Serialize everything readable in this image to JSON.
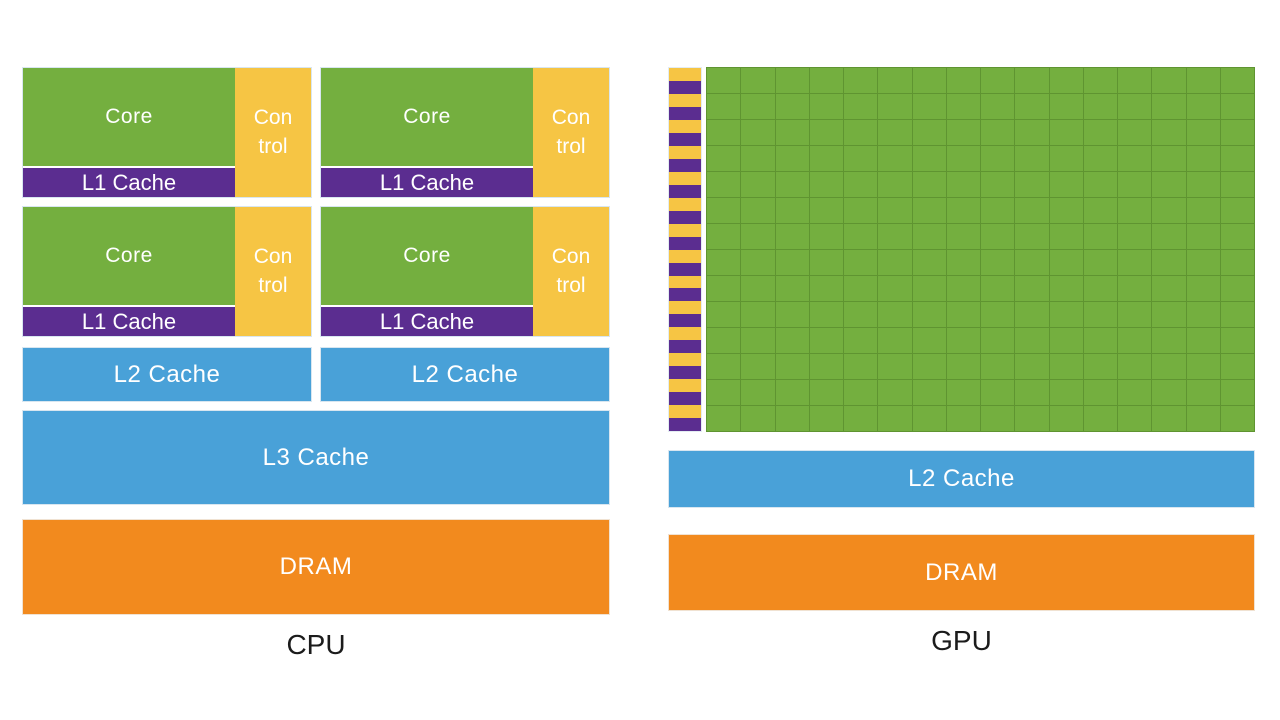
{
  "colors": {
    "green": "#74af3f",
    "green-line": "#5f9431",
    "purple": "#5b2d90",
    "yellow": "#f6c544",
    "blue": "#49a1d8",
    "orange": "#f28a1e",
    "text-light": "#ffffff",
    "text-dark": "#1b1b1b"
  },
  "cpu": {
    "label": "CPU",
    "core_label": "Core",
    "control_line1": "Con",
    "control_line2": "trol",
    "l1_label": "L1 Cache",
    "l2_label": "L2 Cache",
    "l3_label": "L3 Cache",
    "dram_label": "DRAM",
    "core_count": 4
  },
  "gpu": {
    "label": "GPU",
    "l2_label": "L2 Cache",
    "dram_label": "DRAM",
    "grid": {
      "rows": 14,
      "cols": 16
    }
  }
}
